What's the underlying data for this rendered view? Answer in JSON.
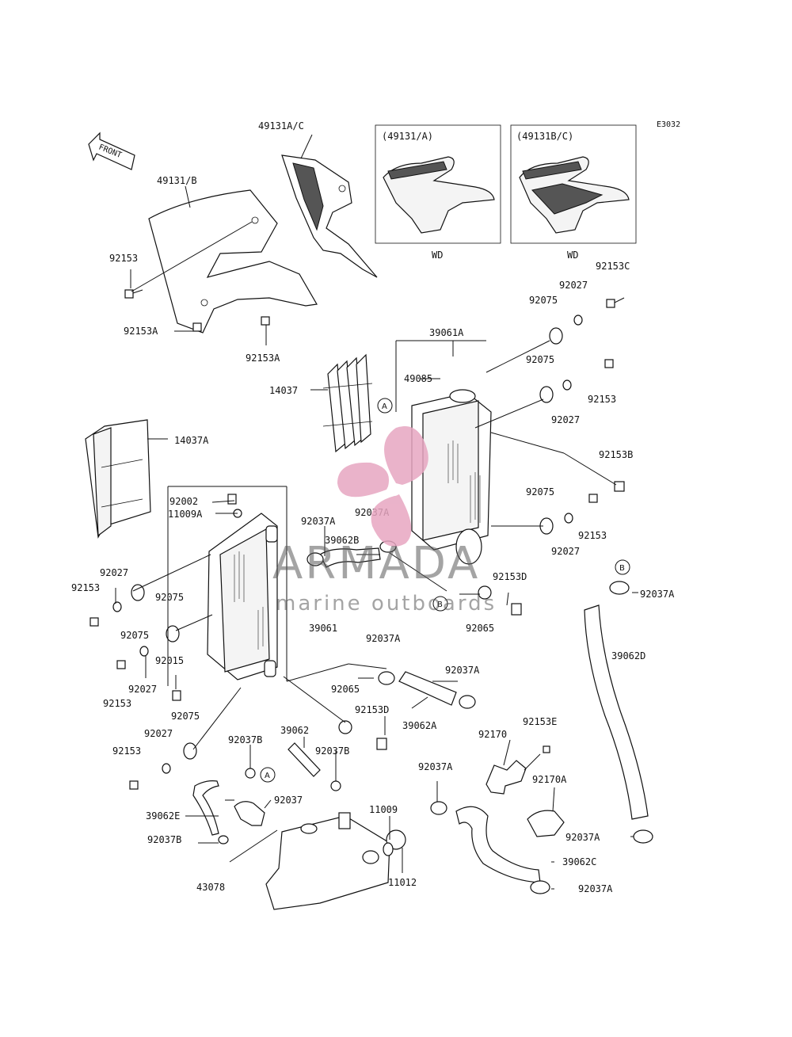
{
  "diagram_code": "E3032",
  "front_label": "FRONT",
  "insets": [
    {
      "title": "(49131/A)",
      "caption": "WD"
    },
    {
      "title": "(49131B/C)",
      "caption": "WD"
    }
  ],
  "watermark": {
    "title": "ARMADA",
    "subtitle": "marine outboards",
    "accent": "#e7a6c1",
    "text_color": "#5a5a5a"
  },
  "callouts": {
    "a": "A",
    "b": "B"
  },
  "labels": [
    {
      "id": "l1",
      "text": "49131A/C"
    },
    {
      "id": "l2",
      "text": "49131/B"
    },
    {
      "id": "l3",
      "text": "92153"
    },
    {
      "id": "l4",
      "text": "92153A"
    },
    {
      "id": "l5",
      "text": "92153A"
    },
    {
      "id": "l6",
      "text": "92027"
    },
    {
      "id": "l7",
      "text": "92153C"
    },
    {
      "id": "l8",
      "text": "92075"
    },
    {
      "id": "l9",
      "text": "39061A"
    },
    {
      "id": "l10",
      "text": "49085"
    },
    {
      "id": "l11",
      "text": "92075"
    },
    {
      "id": "l12",
      "text": "92153"
    },
    {
      "id": "l13",
      "text": "92027"
    },
    {
      "id": "l14",
      "text": "14037"
    },
    {
      "id": "l15",
      "text": "92153B"
    },
    {
      "id": "l16",
      "text": "14037A"
    },
    {
      "id": "l17",
      "text": "92075"
    },
    {
      "id": "l18",
      "text": "92153"
    },
    {
      "id": "l19",
      "text": "92002"
    },
    {
      "id": "l20",
      "text": "11009A"
    },
    {
      "id": "l21",
      "text": "92037A"
    },
    {
      "id": "l22",
      "text": "92037A"
    },
    {
      "id": "l23",
      "text": "92027"
    },
    {
      "id": "l24",
      "text": "39062B"
    },
    {
      "id": "l25",
      "text": "92153D"
    },
    {
      "id": "l26",
      "text": "92027"
    },
    {
      "id": "l27",
      "text": "92153"
    },
    {
      "id": "l28",
      "text": "92075"
    },
    {
      "id": "l29",
      "text": "92037A"
    },
    {
      "id": "l30",
      "text": "92075"
    },
    {
      "id": "l31",
      "text": "39061"
    },
    {
      "id": "l32",
      "text": "92065"
    },
    {
      "id": "l33",
      "text": "39062D"
    },
    {
      "id": "l34",
      "text": "92015"
    },
    {
      "id": "l35",
      "text": "92037A"
    },
    {
      "id": "l36",
      "text": "92037A"
    },
    {
      "id": "l37",
      "text": "92027"
    },
    {
      "id": "l38",
      "text": "92065"
    },
    {
      "id": "l39",
      "text": "92153"
    },
    {
      "id": "l40",
      "text": "92153D"
    },
    {
      "id": "l41",
      "text": "92075"
    },
    {
      "id": "l42",
      "text": "39062A"
    },
    {
      "id": "l43",
      "text": "92153E"
    },
    {
      "id": "l44",
      "text": "92027"
    },
    {
      "id": "l45",
      "text": "39062"
    },
    {
      "id": "l46",
      "text": "92170"
    },
    {
      "id": "l47",
      "text": "92153"
    },
    {
      "id": "l48",
      "text": "92037B"
    },
    {
      "id": "l49",
      "text": "92037B"
    },
    {
      "id": "l50",
      "text": "92037A"
    },
    {
      "id": "l51",
      "text": "92170A"
    },
    {
      "id": "l52",
      "text": "92037"
    },
    {
      "id": "l53",
      "text": "11009"
    },
    {
      "id": "l54",
      "text": "39062E"
    },
    {
      "id": "l55",
      "text": "92037A"
    },
    {
      "id": "l56",
      "text": "92037B"
    },
    {
      "id": "l57",
      "text": "39062C"
    },
    {
      "id": "l58",
      "text": "43078"
    },
    {
      "id": "l59",
      "text": "11012"
    },
    {
      "id": "l60",
      "text": "92037A"
    }
  ]
}
